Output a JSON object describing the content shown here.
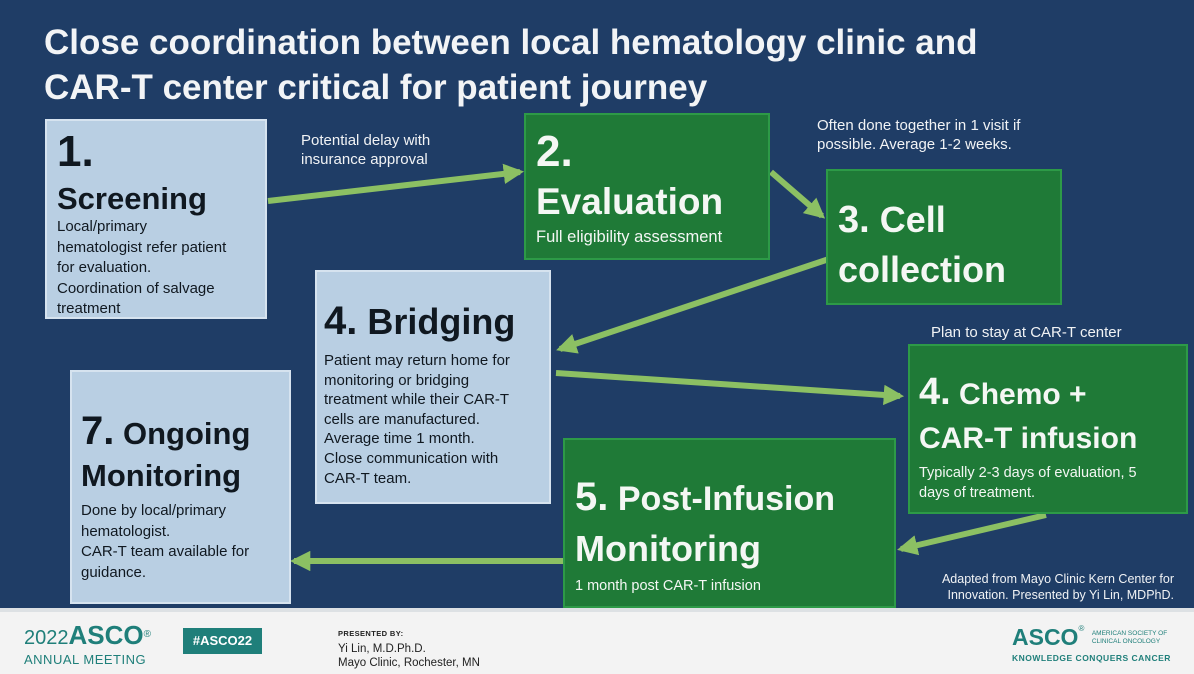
{
  "slide": {
    "title_line1": "Close coordination between local hematology clinic and",
    "title_line2": "CAR-T center critical for patient journey"
  },
  "notes": {
    "insurance": [
      "Potential delay with",
      "insurance approval"
    ],
    "together": [
      "Often done together in 1 visit if",
      "possible. Average 1-2 weeks."
    ],
    "stay": "Plan to stay at CAR-T center",
    "credit": [
      "Adapted from Mayo Clinic Kern Center for",
      "Innovation. Presented by Yi Lin, MDPhD."
    ]
  },
  "steps": {
    "screening": {
      "num": "1.",
      "title": "Screening",
      "desc": [
        "Local/primary",
        "hematologist refer patient",
        "for evaluation.",
        "Coordination of salvage",
        "treatment"
      ]
    },
    "evaluation": {
      "num": "2.",
      "title": "Evaluation",
      "desc": "Full eligibility assessment"
    },
    "cell": {
      "num": "3.",
      "title1": "Cell",
      "title2": "collection"
    },
    "bridging": {
      "num": "4.",
      "title": "Bridging",
      "desc": [
        "Patient may return home for",
        "monitoring or bridging",
        "treatment while their CAR-T",
        "cells are manufactured.",
        "Average time 1 month.",
        "Close communication with",
        "CAR-T team."
      ]
    },
    "chemo": {
      "num": "4.",
      "title1": "Chemo +",
      "title2": "CAR-T infusion",
      "desc": [
        "Typically 2-3 days of evaluation, 5",
        "days of treatment."
      ]
    },
    "post": {
      "num": "5.",
      "title1": "Post-Infusion",
      "title2": "Monitoring",
      "desc": "1 month post CAR-T infusion"
    },
    "ongoing": {
      "num": "7.",
      "title1": "Ongoing",
      "title2": "Monitoring",
      "desc": [
        "Done by local/primary",
        "hematologist.",
        "CAR-T team available for",
        "guidance."
      ]
    }
  },
  "footer": {
    "year": "2022",
    "asco": "ASCO",
    "annual": "ANNUAL MEETING",
    "hashtag": "#ASCO22",
    "presented_by": "PRESENTED BY:",
    "presenter": "Yi Lin, M.D.Ph.D.",
    "affiliation": "Mayo Clinic, Rochester, MN",
    "logo": "ASCO",
    "society1": "AMERICAN SOCIETY OF",
    "society2": "CLINICAL ONCOLOGY",
    "tagline": "KNOWLEDGE CONQUERS CANCER"
  },
  "colors": {
    "background": "#1f3d66",
    "light_box": "#b9cfe3",
    "green_box": "#1f7a37",
    "arrow": "#8cc063",
    "asco_teal": "#1f7f7a"
  }
}
